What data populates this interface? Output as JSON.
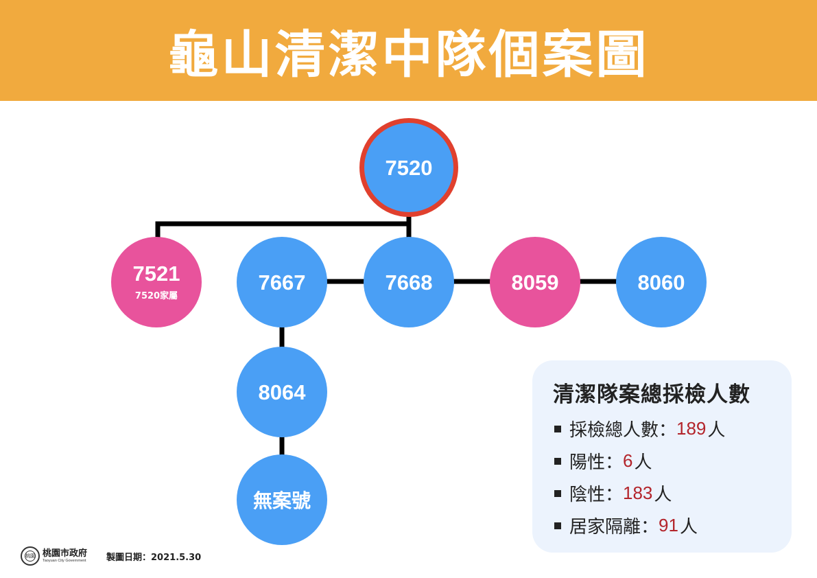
{
  "title": "龜山清潔中隊個案圖",
  "nodes": {
    "n7520": {
      "label": "7520",
      "color": "blue",
      "highlight": "#e0402e"
    },
    "n7521": {
      "label": "7521",
      "sub": "7520家屬",
      "color": "pink"
    },
    "n7667": {
      "label": "7667",
      "color": "blue"
    },
    "n7668": {
      "label": "7668",
      "color": "blue"
    },
    "n8059": {
      "label": "8059",
      "color": "pink"
    },
    "n8060": {
      "label": "8060",
      "color": "blue"
    },
    "n8064": {
      "label": "8064",
      "color": "blue"
    },
    "n_none": {
      "label": "無案號",
      "color": "blue"
    }
  },
  "edges": [
    [
      "7520",
      "7521"
    ],
    [
      "7520",
      "7668"
    ],
    [
      "7667",
      "7668"
    ],
    [
      "7668",
      "8059"
    ],
    [
      "8059",
      "8060"
    ],
    [
      "7667",
      "8064"
    ],
    [
      "8064",
      "無案號"
    ]
  ],
  "colors": {
    "header": "#f1aa3e",
    "blue": "#4a9ff5",
    "pink": "#e8539c",
    "value": "#b3242b"
  },
  "panel": {
    "title": "清潔隊案總採檢人數",
    "stats": [
      {
        "label": "採檢總人數：",
        "value": "189",
        "unit": "人"
      },
      {
        "label": "陽性：",
        "value": "6",
        "unit": "人"
      },
      {
        "label": "陰性：",
        "value": "183",
        "unit": "人"
      },
      {
        "label": "居家隔離：",
        "value": "91",
        "unit": "人"
      }
    ]
  },
  "footer": {
    "org_zh": "桃園市政府",
    "org_en": "Taoyuan City Government",
    "logo_text": "桃園",
    "date": "製圖日期：2021.5.30"
  }
}
